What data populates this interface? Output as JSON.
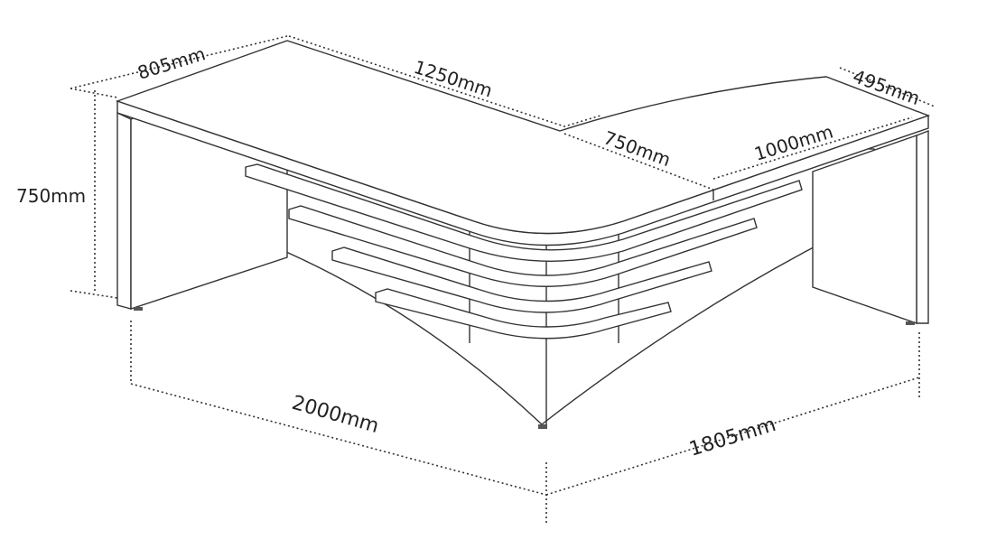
{
  "title": "L-shaped desk dimensions",
  "dimensions": {
    "top_depth_left": "805mm",
    "top_length_back": "1250mm",
    "return_depth": "495mm",
    "height": "750mm",
    "return_inner_length": "750mm",
    "return_outer_length": "1000mm",
    "overall_width": "2000mm",
    "overall_depth": "1805mm"
  }
}
